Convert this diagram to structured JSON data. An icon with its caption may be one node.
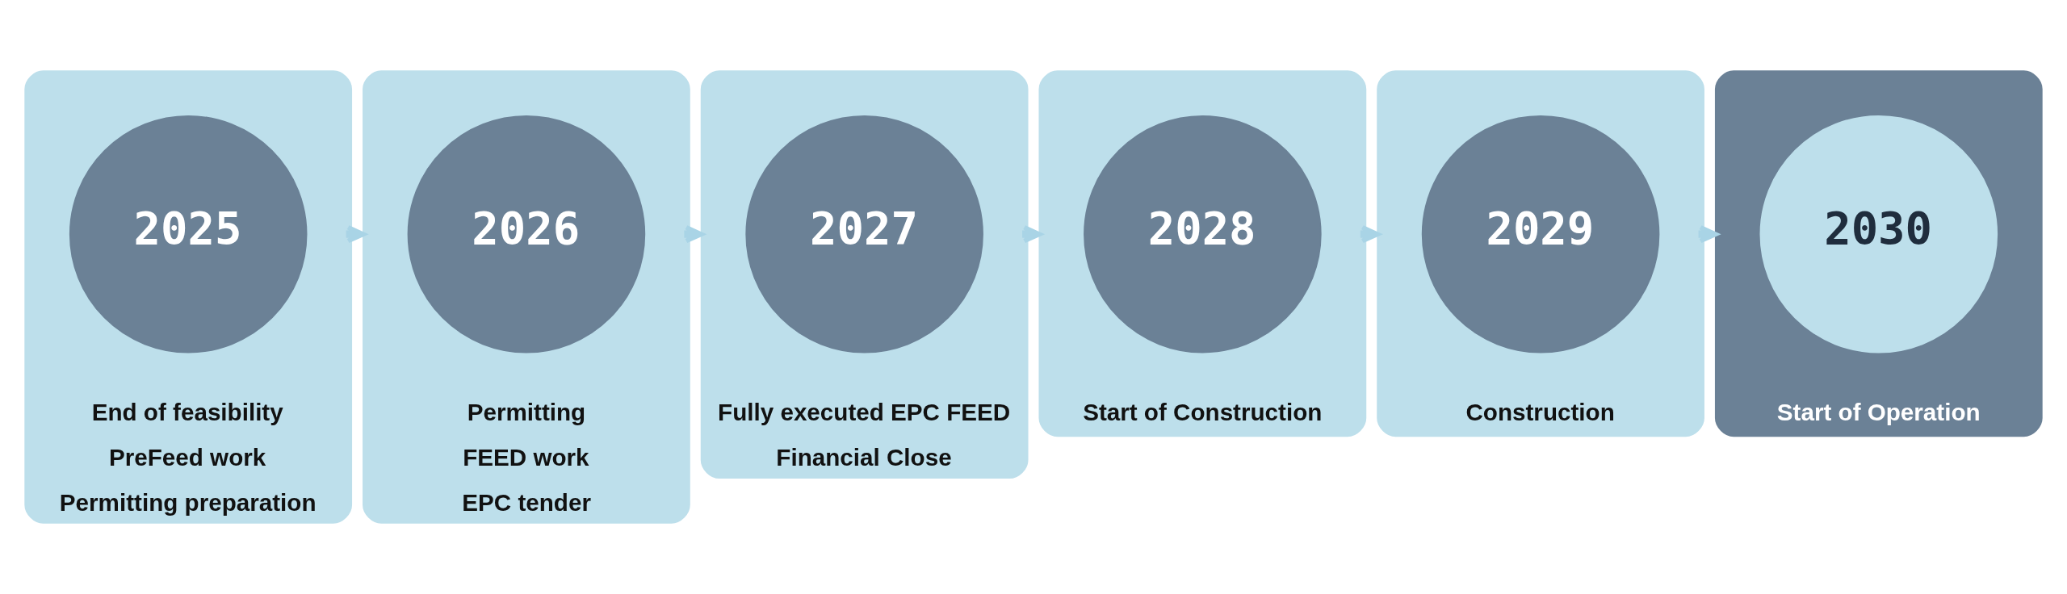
{
  "diagram": {
    "nodes": [
      {
        "text": [
          "End of feasibility",
          "PreFeed work",
          "Permitting preparation"
        ]
      },
      {
        "text": [
          "2025"
        ],
        "in": 0
      },
      {
        "text": [
          "Permitting",
          "FEED work",
          "EPC tender"
        ]
      },
      {
        "text": [
          "2026"
        ],
        "in": 2
      },
      {
        "text": [
          "Fully executed EPC FEED",
          "Financial Close"
        ]
      },
      {
        "text": [
          "2027"
        ],
        "in": 4
      },
      {
        "text": [
          "Start of Construction"
        ]
      },
      {
        "text": [
          "2028"
        ],
        "in": 6
      },
      {
        "text": [
          "Construction"
        ]
      },
      {
        "text": [
          "2029"
        ],
        "in": 8
      },
      {
        "text": [
          "Start of Operation"
        ]
      },
      {
        "text": [
          "2030"
        ],
        "in": 10
      }
    ],
    "edges": [
      {
        "from": 0,
        "to": 2,
        "arrow": "to"
      },
      {
        "from": 2,
        "to": 4,
        "arrow": "to"
      },
      {
        "from": 4,
        "to": 6,
        "arrow": "to"
      },
      {
        "from": 6,
        "to": 8,
        "arrow": "to"
      },
      {
        "from": 8,
        "to": 10,
        "arrow": "to"
      }
    ]
  }
}
